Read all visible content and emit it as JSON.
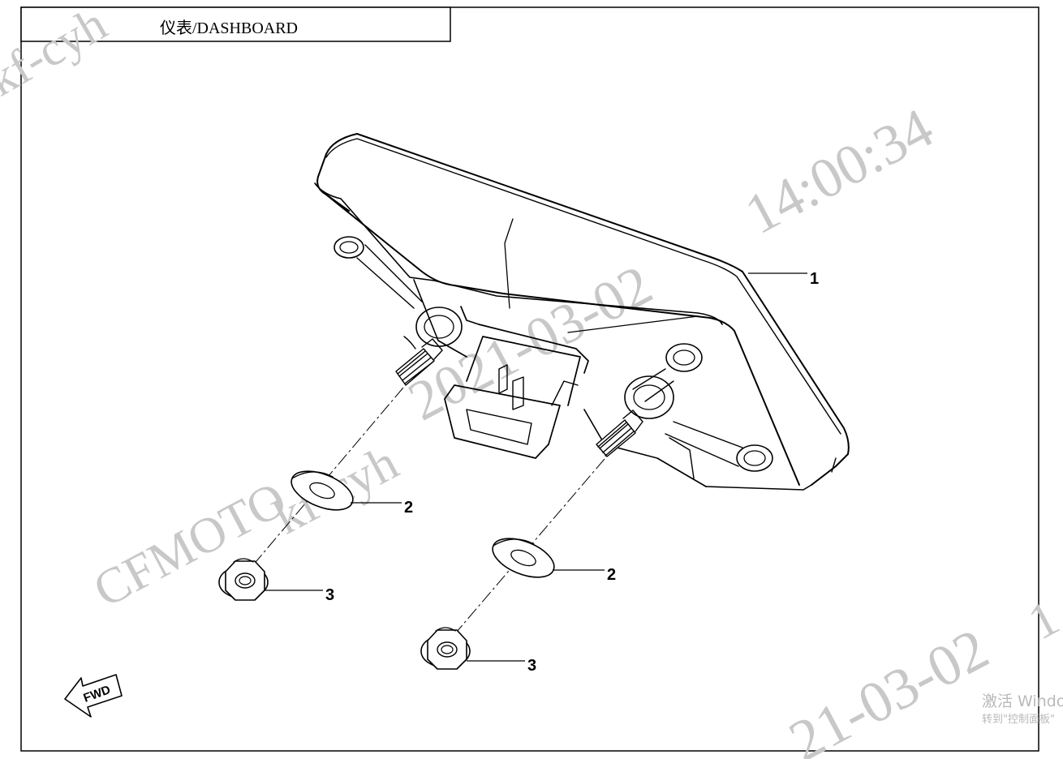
{
  "title": "仪表/DASHBOARD",
  "watermarks": {
    "brand": "CFMOTO",
    "user": "kf-cyh",
    "time": "14:00:34",
    "date_partial": "2021-03-02",
    "date_corner": "21-03-02",
    "edge_digit": "1"
  },
  "windows_notice": {
    "line1": "激活 Windo",
    "line2": "转到\"控制面板\""
  },
  "fwd_label": "FWD",
  "callouts": {
    "c1": "1",
    "c2a": "2",
    "c2b": "2",
    "c3a": "3",
    "c3b": "3"
  }
}
